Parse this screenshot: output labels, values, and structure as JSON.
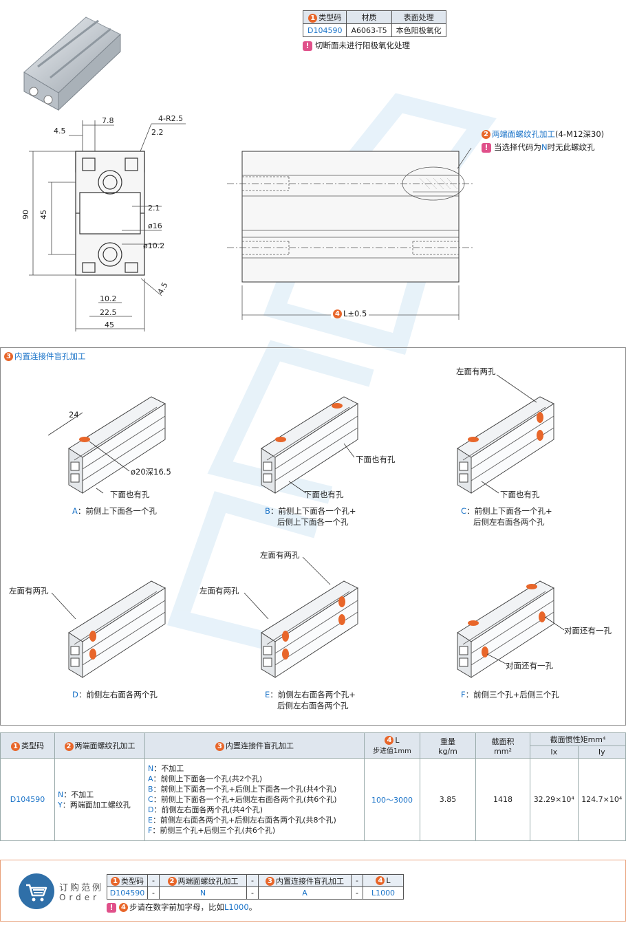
{
  "spec_table": {
    "headers": [
      "类型码",
      "材质",
      "表面处理"
    ],
    "row": [
      "D104590",
      "A6063-T5",
      "本色阳极氧化"
    ],
    "note": "切断面未进行阳极氧化处理"
  },
  "drawing": {
    "dims": {
      "d_4_5": "4.5",
      "d_7_8": "7.8",
      "d_r": "4-R2.5",
      "d_2_2": "2.2",
      "d_90": "90",
      "d_45v": "45",
      "d_2_1": "2.1",
      "d_16": "ø16",
      "d_10_2d": "ø10.2",
      "d_4_5b": "4.5",
      "d_10_2": "10.2",
      "d_22_5": "22.5",
      "d_45h": "45"
    },
    "thread_label": "两端面螺纹孔加工",
    "thread_spec": "(4-M12深30)",
    "thread_note_pre": "当选择代码为",
    "thread_note_code": "N",
    "thread_note_post": "时无此螺纹孔",
    "length_label": "L±0.5"
  },
  "blind_hole": {
    "title": "内置连接件盲孔加工",
    "dim_24": "24",
    "dim_hole": "ø20深16.5",
    "callouts": {
      "a_bottom": "下面也有孔",
      "b_bottom1": "下面也有孔",
      "b_bottom2": "下面也有孔",
      "c_left": "左面有两孔",
      "c_bottom": "下面也有孔",
      "d_left": "左面有两孔",
      "e_left1": "左面有两孔",
      "e_left2": "左面有两孔",
      "f_opp1": "对面还有一孔",
      "f_opp2": "对面还有一孔"
    },
    "captions": [
      {
        "code": "A",
        "line1": "前侧上下面各一个孔",
        "line2": ""
      },
      {
        "code": "B",
        "line1": "前侧上下面各一个孔+",
        "line2": "后侧上下面各一个孔"
      },
      {
        "code": "C",
        "line1": "前侧上下面各一个孔+",
        "line2": "后侧左右面各两个孔"
      },
      {
        "code": "D",
        "line1": "前侧左右面各两个孔",
        "line2": ""
      },
      {
        "code": "E",
        "line1": "前侧左右面各两个孔+",
        "line2": "后侧左右面各两个孔"
      },
      {
        "code": "F",
        "line1": "前侧三个孔+后侧三个孔",
        "line2": ""
      }
    ]
  },
  "main_table": {
    "h_type": "类型码",
    "h_thread": "两端面螺纹孔加工",
    "h_blind": "内置连接件盲孔加工",
    "h_L": "L",
    "h_L_sub": "步进值1mm",
    "h_weight": "重量",
    "h_weight_unit": "kg/m",
    "h_area": "截面积",
    "h_area_unit": "mm²",
    "h_inertia": "截面惯性矩mm⁴",
    "h_ix": "Ix",
    "h_iy": "Iy",
    "type_code": "D104590",
    "thread_opts": [
      {
        "code": "N",
        "text": "不加工"
      },
      {
        "code": "Y",
        "text": "两端面加工螺纹孔"
      }
    ],
    "blind_opts": [
      {
        "code": "N",
        "text": "不加工"
      },
      {
        "code": "A",
        "text": "前侧上下面各一个孔(共2个孔)"
      },
      {
        "code": "B",
        "text": "前侧上下面各一个孔+后侧上下面各一个孔(共4个孔)"
      },
      {
        "code": "C",
        "text": "前侧上下面各一个孔+后侧左右面各两个孔(共6个孔)"
      },
      {
        "code": "D",
        "text": "前侧左右面各两个孔(共4个孔)"
      },
      {
        "code": "E",
        "text": "前侧左右面各两个孔+后侧左右面各两个孔(共8个孔)"
      },
      {
        "code": "F",
        "text": "前侧三个孔+后侧三个孔(共6个孔)"
      }
    ],
    "L_range": "100～3000",
    "weight": "3.85",
    "area": "1418",
    "ix": "32.29×10⁴",
    "iy": "124.7×10⁴"
  },
  "order": {
    "title": "订购范例",
    "title_en": "Order",
    "headers": [
      "类型码",
      "-",
      "两端面螺纹孔加工",
      "-",
      "内置连接件盲孔加工",
      "-",
      "L"
    ],
    "values": [
      "D104590",
      "-",
      "N",
      "-",
      "A",
      "-",
      "L1000"
    ],
    "note_pre": "步请在数字前加字母，比如",
    "note_example": "L1000",
    "note_post": "。"
  },
  "colors": {
    "accent_orange": "#e8662a",
    "link_blue": "#1a73c8",
    "warn_pink": "#e0508a",
    "header_bg": "#dfe6ee"
  }
}
